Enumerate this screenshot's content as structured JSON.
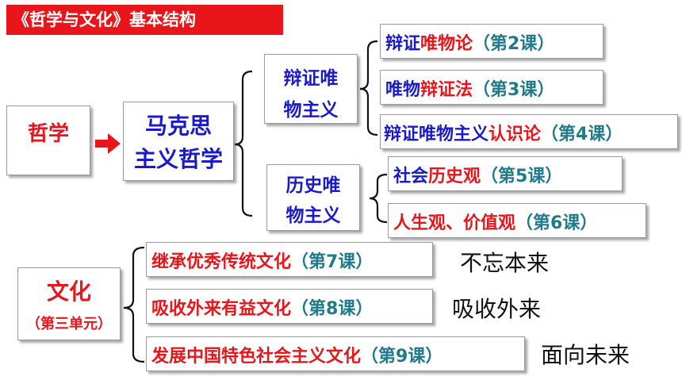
{
  "title": "《哲学与文化》基本结构",
  "philosophy": {
    "root": "哲学",
    "marxist_line1": "马克思",
    "marxist_line2": "主义哲学",
    "dialectical_line1": "辩证唯",
    "dialectical_line2": "物主义",
    "historical_line1": "历史唯",
    "historical_line2": "物主义",
    "lessons": [
      {
        "parts": [
          {
            "t": "辩证",
            "c": "blue"
          },
          {
            "t": "唯物论",
            "c": "red"
          },
          {
            "t": "（第2课）",
            "c": "teal"
          }
        ]
      },
      {
        "parts": [
          {
            "t": "唯物",
            "c": "blue"
          },
          {
            "t": "辩证法",
            "c": "red"
          },
          {
            "t": "（第3课）",
            "c": "teal"
          }
        ]
      },
      {
        "parts": [
          {
            "t": "辩证唯物主义",
            "c": "blue"
          },
          {
            "t": "认识论",
            "c": "red"
          },
          {
            "t": "（第4课）",
            "c": "teal"
          }
        ]
      },
      {
        "parts": [
          {
            "t": "社会",
            "c": "blue"
          },
          {
            "t": "历史观",
            "c": "red"
          },
          {
            "t": "（第5课）",
            "c": "teal"
          }
        ]
      },
      {
        "parts": [
          {
            "t": "人生观、价值观",
            "c": "red"
          },
          {
            "t": "（第6课）",
            "c": "teal"
          }
        ]
      }
    ]
  },
  "culture": {
    "root": "文化",
    "unit": "（第三单元）",
    "lessons": [
      {
        "parts": [
          {
            "t": "继承优秀传统文化",
            "c": "red"
          },
          {
            "t": "（第7课）",
            "c": "teal"
          }
        ],
        "note": "不忘本来"
      },
      {
        "parts": [
          {
            "t": "吸收外来有益文化",
            "c": "red"
          },
          {
            "t": "（第8课）",
            "c": "teal"
          }
        ],
        "note": "吸收外来"
      },
      {
        "parts": [
          {
            "t": "发展中国特色社会主义文化",
            "c": "red"
          },
          {
            "t": "（第9课）",
            "c": "teal"
          }
        ],
        "note": "面向未来"
      }
    ]
  },
  "colors": {
    "title_bg": "#e8161b",
    "blue": "#1a1acb",
    "red": "#e8161b",
    "teal": "#1f7a8c",
    "arrow": "#e8161b"
  },
  "icons": [
    "right-arrow-icon",
    "brace-icon"
  ]
}
